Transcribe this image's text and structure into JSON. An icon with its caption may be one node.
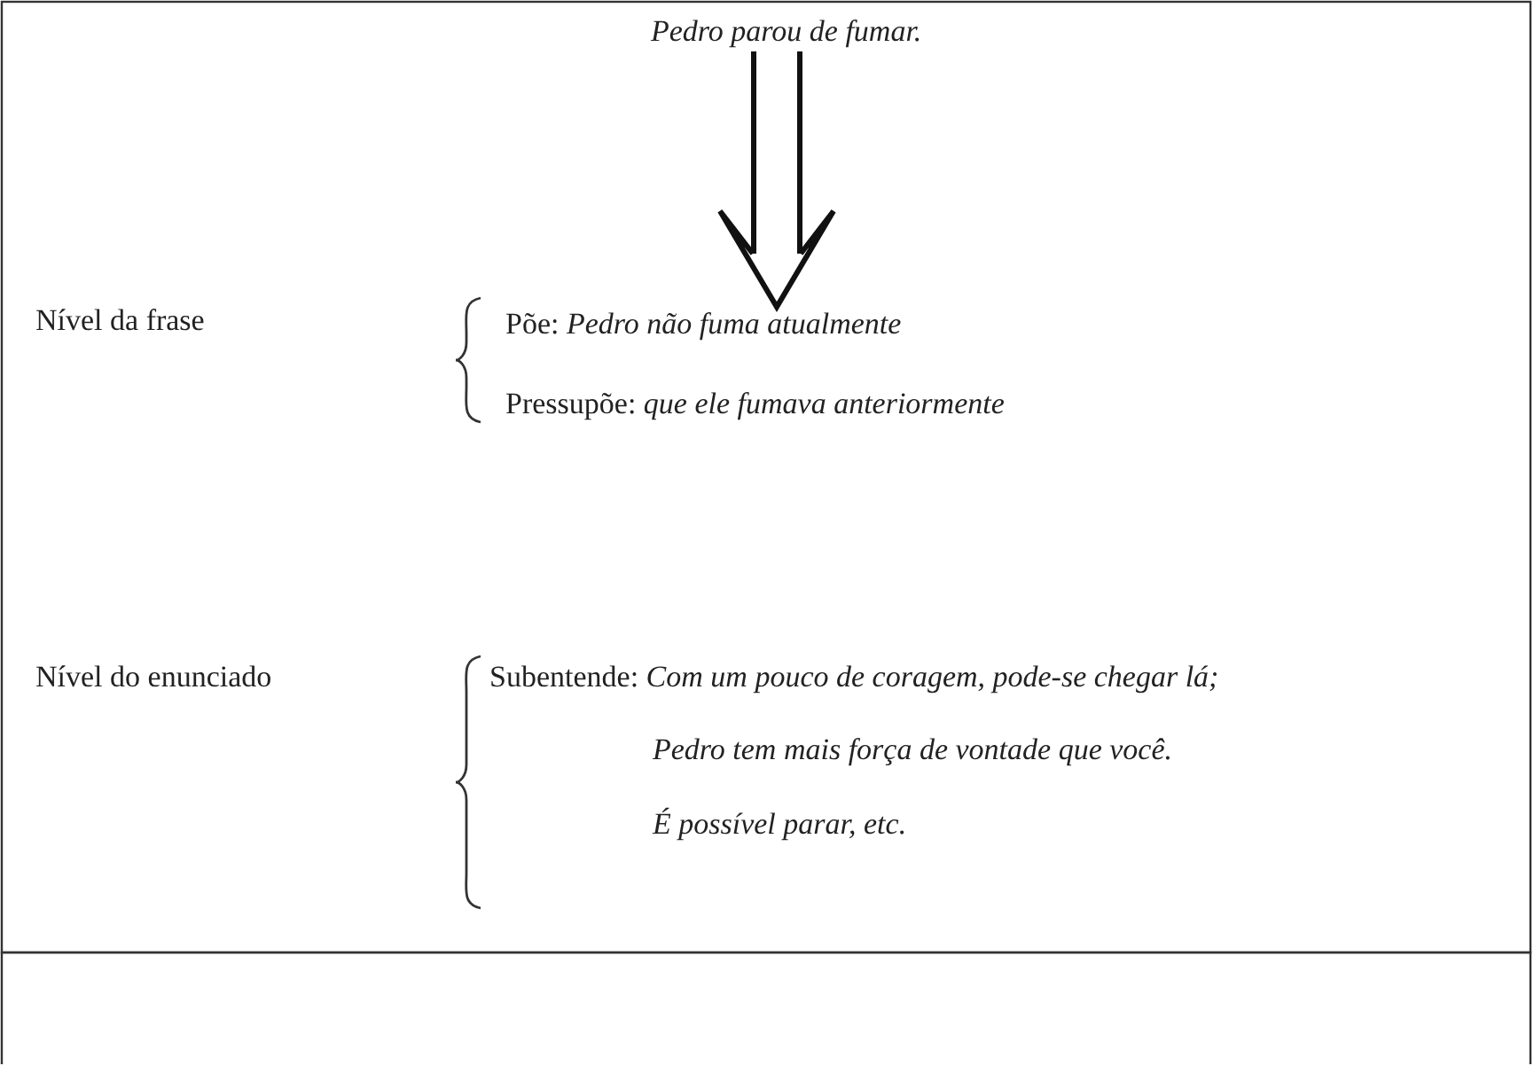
{
  "diagram": {
    "nodes": [
      {
        "text": [
          "Pedro parou de fumar."
        ]
      },
      {
        "text": [
          "Põe: *Pedro não fuma atualmente*"
        ]
      }
    ],
    "edges": [
      {
        "from": 0,
        "to": 1,
        "arrow": "to"
      }
    ],
    "labels": [
      "Nível da frase",
      "Pressupõe: *que ele fumava anteriormente*",
      "Nível do enunciado",
      "Subentende: *Com um pouco de coragem, pode-se chegar lá;*",
      "Pedro tem mais força de vontade que você.",
      "É possível parar, etc."
    ]
  }
}
